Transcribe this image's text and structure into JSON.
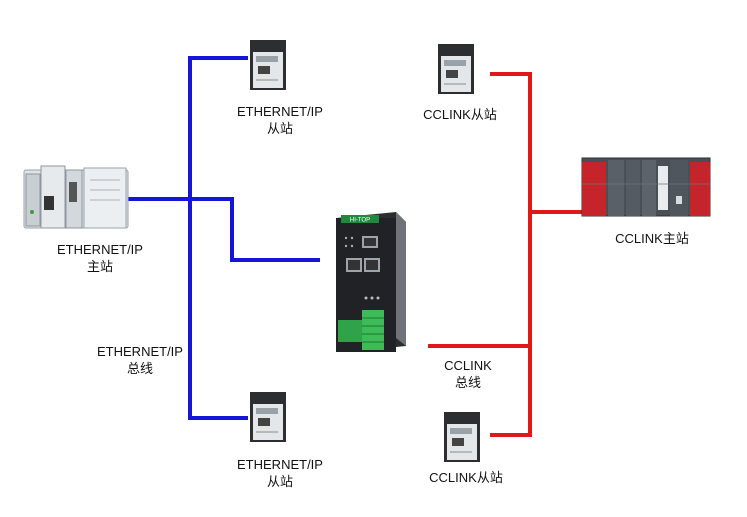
{
  "colors": {
    "ethernet_bus": "#1515d8",
    "cclink_bus": "#e01818",
    "background": "#ffffff"
  },
  "devices": {
    "gateway": {
      "brand": "HI-TOP",
      "icon": "gateway-device-icon"
    },
    "ethernet_master": {
      "icon": "plc-rack-icon"
    },
    "cclink_master": {
      "icon": "plc-rack-red-icon"
    },
    "slave": {
      "icon": "slave-drive-icon"
    }
  },
  "labels": {
    "eth_slave_top": [
      "ETHERNET/IP",
      "从站"
    ],
    "eth_master": [
      "ETHERNET/IP",
      "主站"
    ],
    "eth_bus": [
      "ETHERNET/IP",
      "总线"
    ],
    "eth_slave_bottom": [
      "ETHERNET/IP",
      "从站"
    ],
    "cclink_slave_top": "CCLINK从站",
    "cclink_master": "CCLINK主站",
    "cclink_bus": [
      "CCLINK",
      "总线"
    ],
    "cclink_slave_bottom": "CCLINK从站"
  }
}
